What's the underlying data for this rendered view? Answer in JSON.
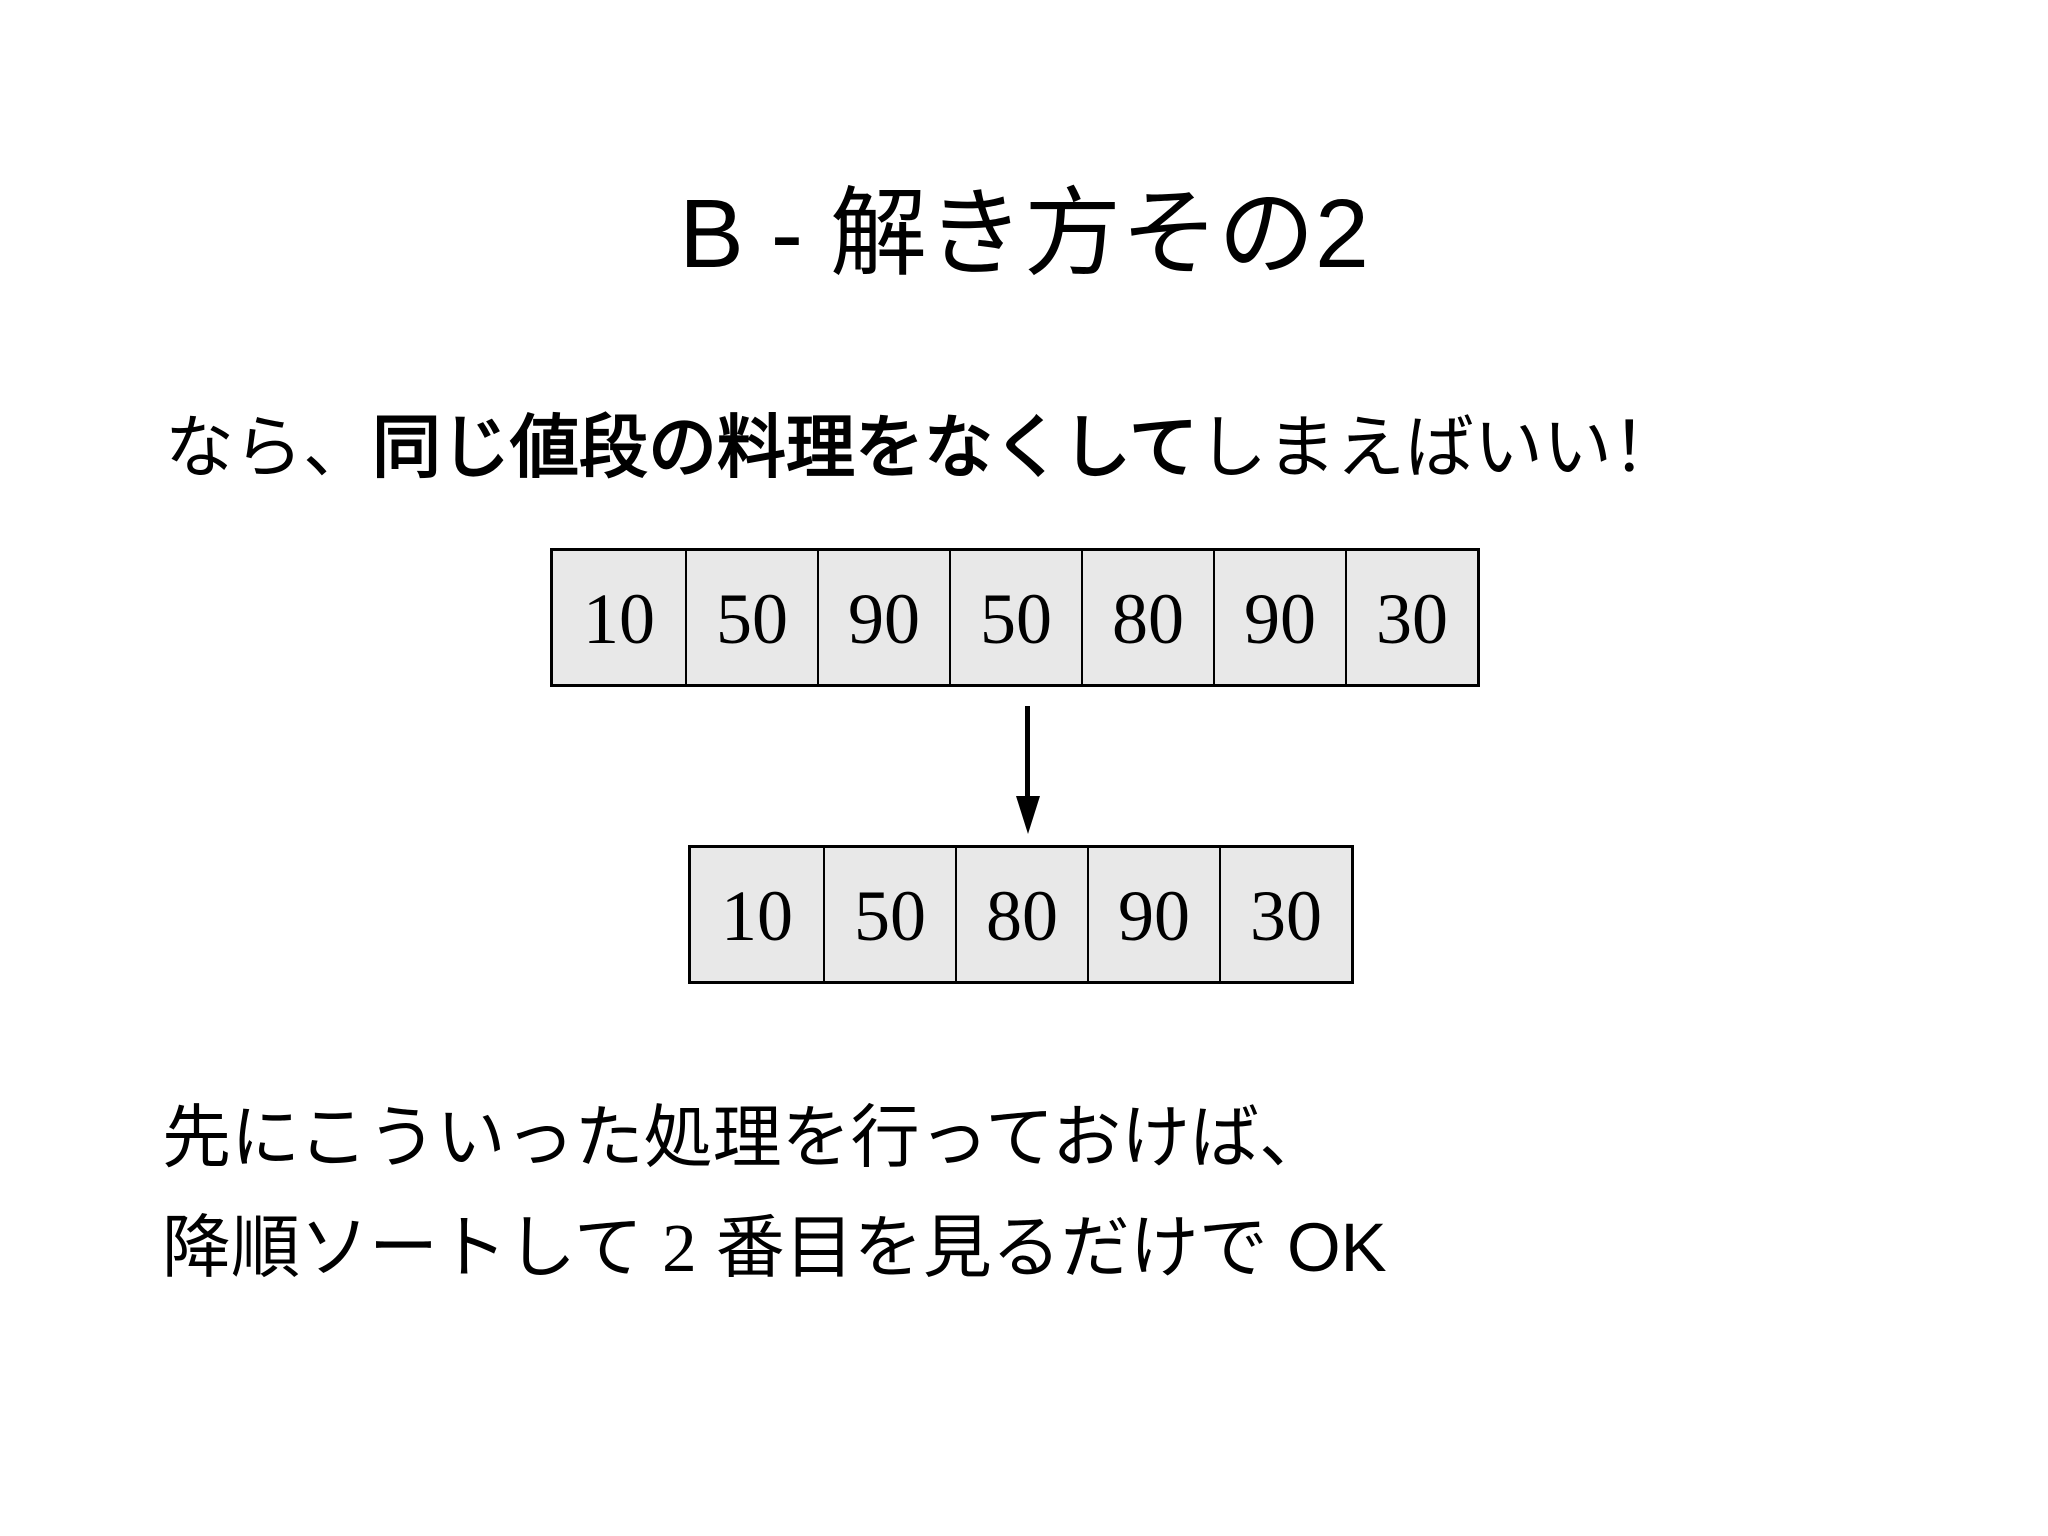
{
  "slide": {
    "title": "B - 解き方その2",
    "intro": {
      "pre": "なら、",
      "bold": "同じ値段の料理をなくして",
      "post": "しまえばいい！"
    },
    "array_before": [
      "10",
      "50",
      "90",
      "50",
      "80",
      "90",
      "30"
    ],
    "array_after": [
      "10",
      "50",
      "80",
      "90",
      "30"
    ],
    "outro_line1": "先にこういった処理を行っておけば、",
    "outro_line2": {
      "pre": "降順ソートして ",
      "num": "2",
      "mid": " 番目を見るだけで ",
      "end": "OK"
    }
  },
  "icons": {
    "arrow": "down-arrow-icon"
  },
  "colors": {
    "bg": "#ffffff",
    "text": "#000000",
    "line": "#000000",
    "cell_fill": "#e8e8e8"
  }
}
